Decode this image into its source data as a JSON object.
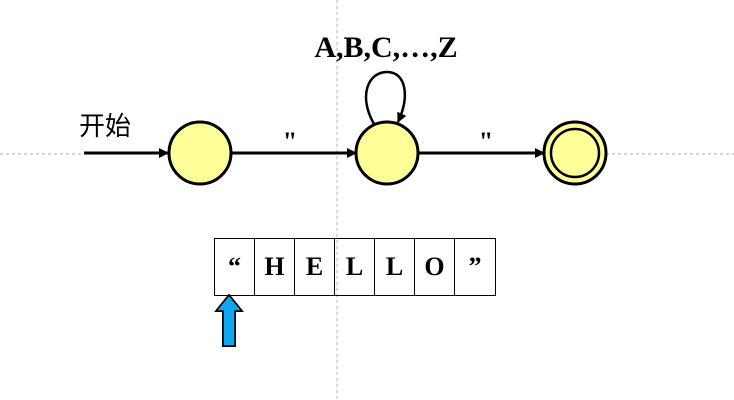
{
  "diagram": {
    "alphabet_label": "A,B,C,…,Z",
    "start_label": "开始",
    "transition_1_label": "\"",
    "transition_2_label": "\"",
    "states": [
      "start-state",
      "loop-state",
      "accept-state"
    ],
    "colors": {
      "state_fill": "#FFFF99",
      "arrow_fill": "#0FA8F0"
    }
  },
  "tape": {
    "cells": [
      "“",
      "H",
      "E",
      "L",
      "L",
      "O",
      "”"
    ]
  }
}
